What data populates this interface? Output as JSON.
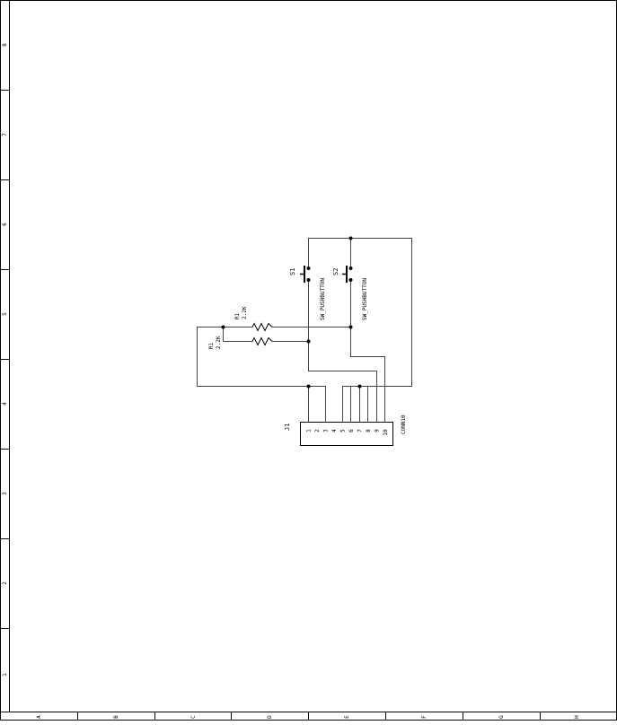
{
  "border": {
    "row_labels": [
      "8",
      "7",
      "6",
      "5",
      "4",
      "3",
      "2",
      "1"
    ],
    "column_labels": [
      "A",
      "B",
      "C",
      "D",
      "E",
      "F",
      "G",
      "H"
    ]
  },
  "components": {
    "R1a": {
      "ref": "R1",
      "value": "2.2K"
    },
    "R1b": {
      "ref": "R1",
      "value": "2.2K"
    },
    "S1": {
      "ref": "S1",
      "value": "SW_PUSHBUTTON"
    },
    "S2": {
      "ref": "S2",
      "value": "SW_PUSHBUTTON"
    },
    "J1": {
      "ref": "J1",
      "value": "CONN10",
      "pins": [
        "1",
        "2",
        "3",
        "4",
        "5",
        "6",
        "7",
        "8",
        "9",
        "10"
      ]
    }
  },
  "colors": {
    "ink": "#000000",
    "wire": "#444444",
    "background": "#ffffff"
  }
}
